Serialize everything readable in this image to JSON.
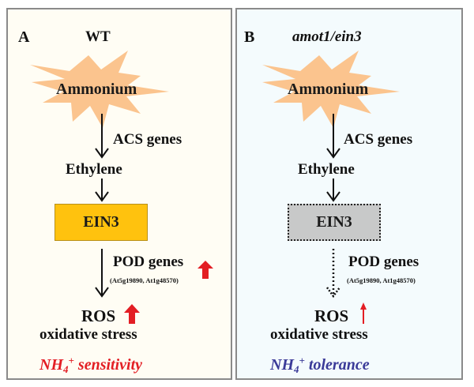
{
  "panels": [
    {
      "letter": "A",
      "genotype": "WT",
      "stimulus": "Ammonium",
      "step1_label": "ACS genes",
      "intermediate": "Ethylene",
      "regulator": "EIN3",
      "regulator_state": "active",
      "step3_label": "POD genes",
      "step3_genes": "(At5g19890, At1g48570)",
      "pod_upregulated": true,
      "output": "ROS",
      "output_change": "strong increase",
      "stress": "oxidative stress",
      "phenotype_ion": "NH",
      "phenotype_sub": "4",
      "phenotype_sup": "+",
      "phenotype_word": " sensitivity",
      "phenotype_color": "#e31e24"
    },
    {
      "letter": "B",
      "genotype": "amot1/ein3",
      "stimulus": "Ammonium",
      "step1_label": "ACS genes",
      "intermediate": "Ethylene",
      "regulator": "EIN3",
      "regulator_state": "impaired",
      "step3_label": "POD genes",
      "step3_genes": "(At5g19890, At1g48570)",
      "pod_upregulated": false,
      "output": "ROS",
      "output_change": "slight increase",
      "stress": "oxidative stress",
      "phenotype_ion": "NH",
      "phenotype_sub": "4",
      "phenotype_sup": "+",
      "phenotype_word": " tolerance",
      "phenotype_color": "#3a3a98"
    }
  ],
  "colors": {
    "starburst": "#fbc48e",
    "ein3_active": "#ffc20e",
    "ein3_impaired": "#c8c9c9",
    "up_arrow": "#e31e24"
  }
}
